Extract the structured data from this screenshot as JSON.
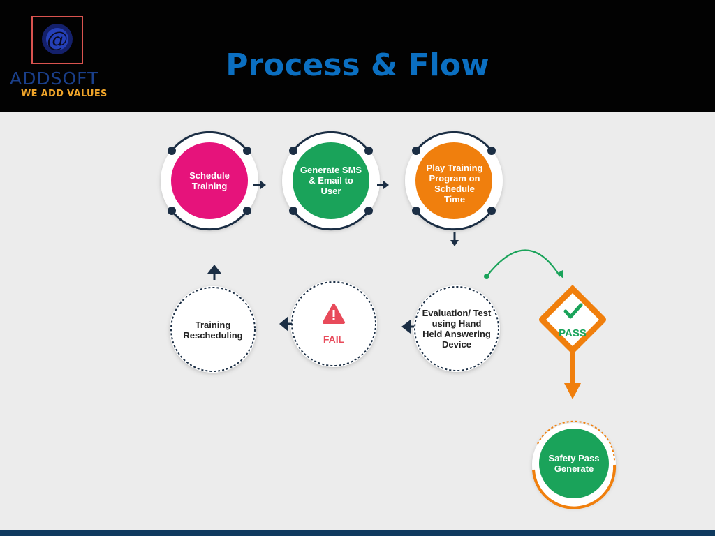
{
  "brand": {
    "name": "ADDSOFT",
    "tagline": "WE ADD VALUES",
    "logo_symbol": "@"
  },
  "page_title": "Process & Flow",
  "flow": {
    "schedule_training": "Schedule Training",
    "generate_sms_email": "Generate SMS & Email to User",
    "play_training_program": "Play Training Program on Schedule Time",
    "evaluation": "Evaluation/ Test using Hand Held Answering Device",
    "fail": "FAIL",
    "training_rescheduling": "Training Rescheduling",
    "pass": "PASS",
    "safety_pass_generate": "Safety Pass Generate"
  },
  "colors": {
    "header_bg": "#020202",
    "title": "#0b6fc1",
    "magenta": "#e6137b",
    "green": "#1aa35a",
    "orange": "#f07f0d",
    "navy": "#1b2e44",
    "fail_red": "#e84a5a",
    "logo_orange": "#f0a52a"
  },
  "icons": {
    "logo": "at-sign-logo",
    "fail": "warning-triangle-icon",
    "pass": "check-icon"
  }
}
